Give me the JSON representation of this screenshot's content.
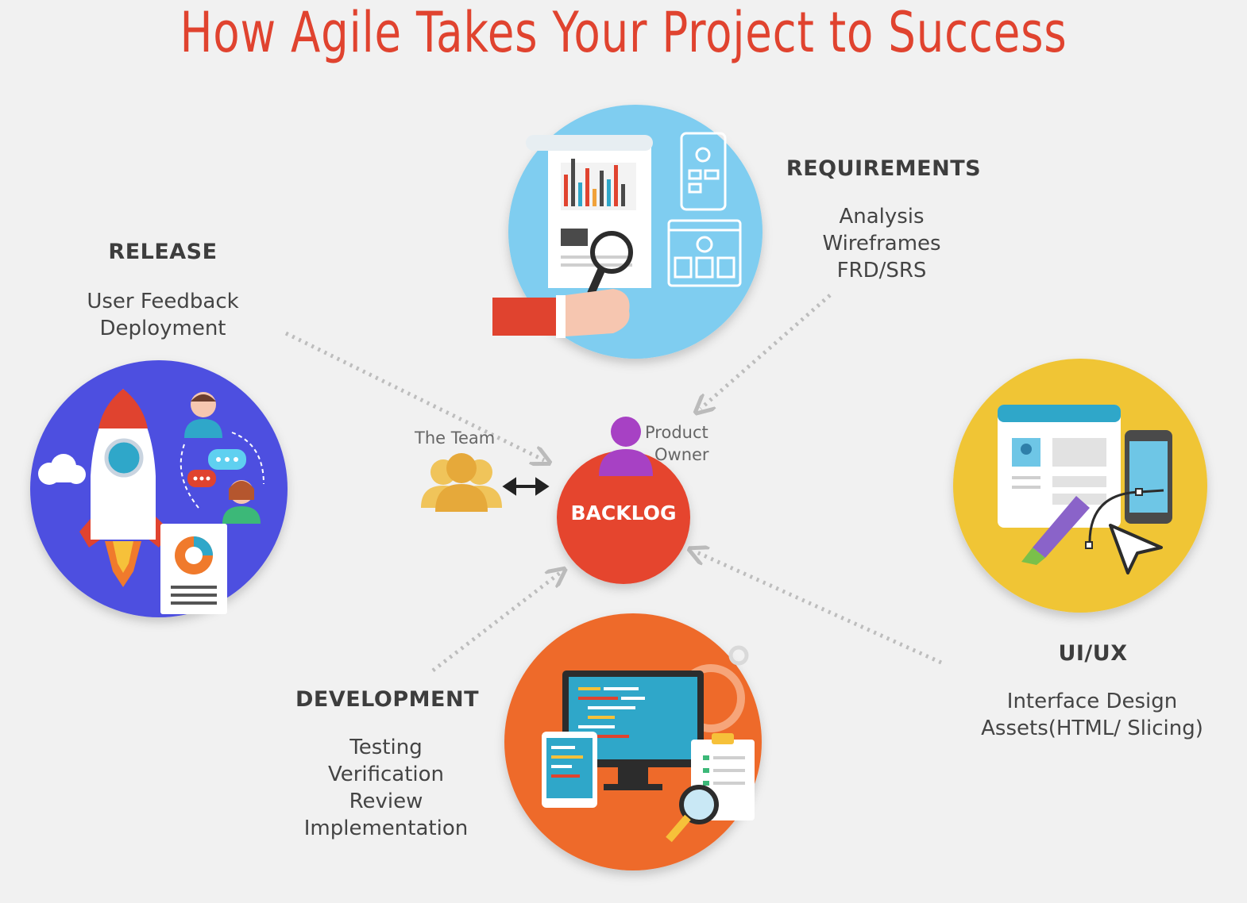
{
  "title": "How Agile Takes Your Project to Success",
  "stages": {
    "requirements": {
      "heading": "REQUIREMENTS",
      "items": [
        "Analysis",
        "Wireframes",
        "FRD/SRS"
      ]
    },
    "release": {
      "heading": "RELEASE",
      "items": [
        "User Feedback",
        "Deployment"
      ]
    },
    "uiux": {
      "heading": "UI/UX",
      "items": [
        "Interface Design",
        "Assets(HTML/ Slicing)"
      ]
    },
    "development": {
      "heading": "DEVELOPMENT",
      "items": [
        "Testing",
        "Verification",
        "Review",
        "Implementation"
      ]
    }
  },
  "center": {
    "backlog": "BACKLOG",
    "team": "The Team",
    "product_owner": [
      "Product",
      "Owner"
    ]
  },
  "colors": {
    "title": "#e0432f",
    "requirements_circle": "#7fcdf0",
    "release_circle": "#4d4fe0",
    "uiux_circle": "#f0c534",
    "development_circle": "#ee6a2c",
    "backlog_circle": "#e5452f",
    "product_owner": "#a741c4",
    "team": "#e6a93a"
  },
  "icons": [
    "rocket-icon",
    "cloud-icon",
    "chat-bubble-icon",
    "person-icon",
    "report-icon",
    "chart-document-icon",
    "magnifier-icon",
    "phone-wireframe-icon",
    "browser-icon",
    "brush-icon",
    "cursor-icon",
    "monitor-code-icon",
    "tablet-icon",
    "clipboard-icon",
    "gear-icon"
  ]
}
